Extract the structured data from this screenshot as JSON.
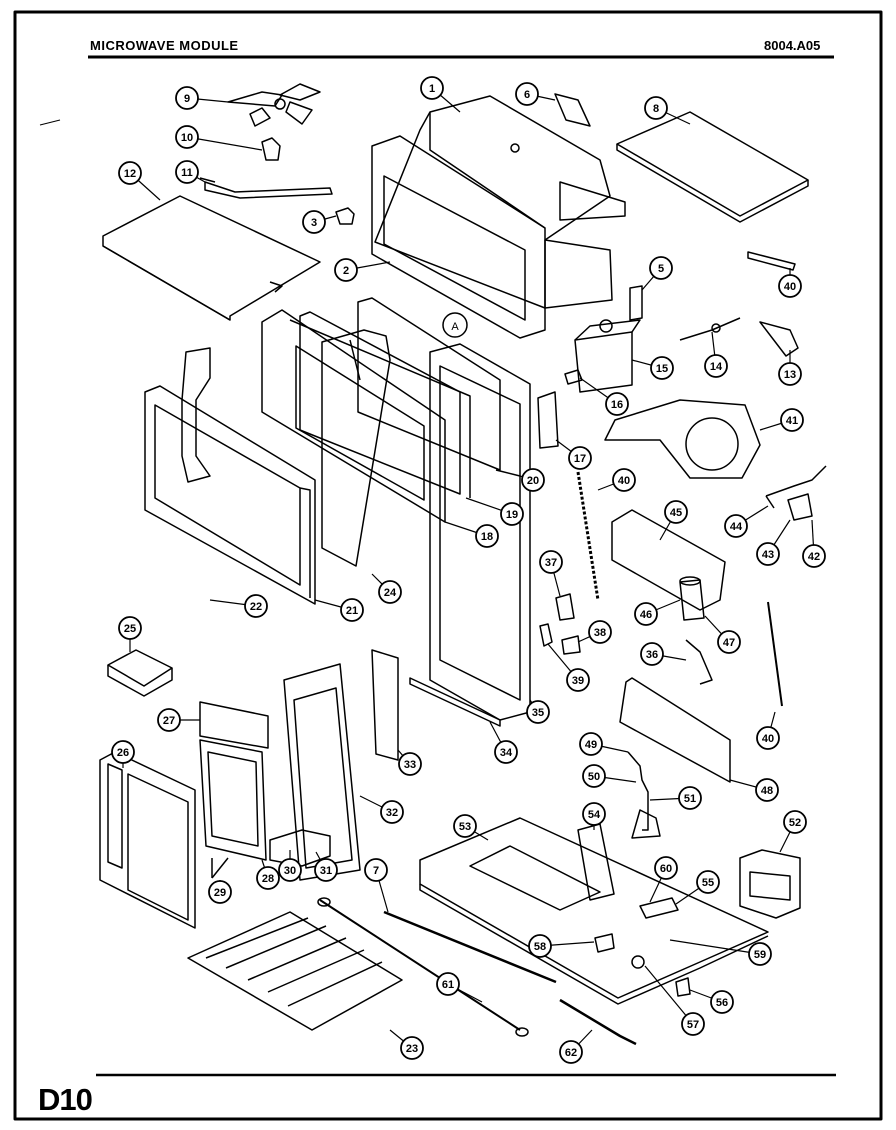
{
  "header": {
    "title": "MICROWAVE MODULE",
    "code": "8004.A05"
  },
  "footer": {
    "page_id": "D10"
  },
  "diagram": {
    "marker_letter": "A",
    "callouts": [
      {
        "id": "c1",
        "label": "1"
      },
      {
        "id": "c2",
        "label": "2"
      },
      {
        "id": "c3",
        "label": "3"
      },
      {
        "id": "c5",
        "label": "5"
      },
      {
        "id": "c6",
        "label": "6"
      },
      {
        "id": "c7",
        "label": "7"
      },
      {
        "id": "c8",
        "label": "8"
      },
      {
        "id": "c9",
        "label": "9"
      },
      {
        "id": "c10",
        "label": "10"
      },
      {
        "id": "c11",
        "label": "11"
      },
      {
        "id": "c12",
        "label": "12"
      },
      {
        "id": "c13",
        "label": "13"
      },
      {
        "id": "c14",
        "label": "14"
      },
      {
        "id": "c15",
        "label": "15"
      },
      {
        "id": "c16",
        "label": "16"
      },
      {
        "id": "c17",
        "label": "17"
      },
      {
        "id": "c18",
        "label": "18"
      },
      {
        "id": "c19",
        "label": "19"
      },
      {
        "id": "c20",
        "label": "20"
      },
      {
        "id": "c21",
        "label": "21"
      },
      {
        "id": "c22",
        "label": "22"
      },
      {
        "id": "c23",
        "label": "23"
      },
      {
        "id": "c24",
        "label": "24"
      },
      {
        "id": "c25",
        "label": "25"
      },
      {
        "id": "c26",
        "label": "26"
      },
      {
        "id": "c27",
        "label": "27"
      },
      {
        "id": "c28",
        "label": "28"
      },
      {
        "id": "c29",
        "label": "29"
      },
      {
        "id": "c30",
        "label": "30"
      },
      {
        "id": "c31",
        "label": "31"
      },
      {
        "id": "c32",
        "label": "32"
      },
      {
        "id": "c33",
        "label": "33"
      },
      {
        "id": "c34",
        "label": "34"
      },
      {
        "id": "c35",
        "label": "35"
      },
      {
        "id": "c36",
        "label": "36"
      },
      {
        "id": "c37",
        "label": "37"
      },
      {
        "id": "c38",
        "label": "38"
      },
      {
        "id": "c39",
        "label": "39"
      },
      {
        "id": "c40a",
        "label": "40"
      },
      {
        "id": "c40b",
        "label": "40"
      },
      {
        "id": "c40c",
        "label": "40"
      },
      {
        "id": "c41",
        "label": "41"
      },
      {
        "id": "c42",
        "label": "42"
      },
      {
        "id": "c43",
        "label": "43"
      },
      {
        "id": "c44",
        "label": "44"
      },
      {
        "id": "c45",
        "label": "45"
      },
      {
        "id": "c46",
        "label": "46"
      },
      {
        "id": "c47",
        "label": "47"
      },
      {
        "id": "c48",
        "label": "48"
      },
      {
        "id": "c49",
        "label": "49"
      },
      {
        "id": "c50",
        "label": "50"
      },
      {
        "id": "c51",
        "label": "51"
      },
      {
        "id": "c52",
        "label": "52"
      },
      {
        "id": "c53",
        "label": "53"
      },
      {
        "id": "c54",
        "label": "54"
      },
      {
        "id": "c55",
        "label": "55"
      },
      {
        "id": "c56",
        "label": "56"
      },
      {
        "id": "c57",
        "label": "57"
      },
      {
        "id": "c58",
        "label": "58"
      },
      {
        "id": "c59",
        "label": "59"
      },
      {
        "id": "c60",
        "label": "60"
      },
      {
        "id": "c61",
        "label": "61"
      },
      {
        "id": "c62",
        "label": "62"
      }
    ]
  }
}
